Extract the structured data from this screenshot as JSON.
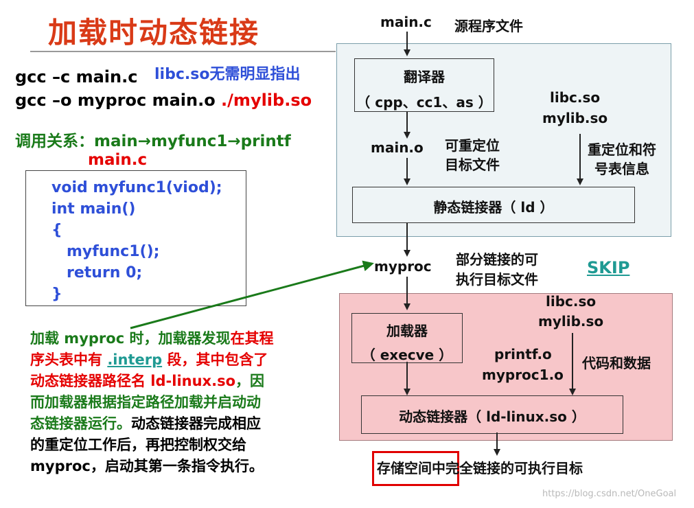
{
  "title": "加载时动态链接",
  "left": {
    "cmd1": "gcc –c main.c",
    "cmd1_note": "libc.so无需明显指出",
    "cmd2_prefix": "gcc –o myproc main.o ",
    "cmd2_lib": "./mylib.so",
    "call_label": "调用关系：",
    "call_chain": "main→myfunc1→printf",
    "file_label": "main.c",
    "code_lines": [
      "void myfunc1(viod);",
      "int main()",
      "{",
      "myfunc1();",
      "return 0;",
      "}"
    ],
    "desc": {
      "l1a": "加载 myproc 时，加载器发现",
      "l1b": "在其程",
      "l2a": "序头表中有 ",
      "l2b": ".interp",
      "l2c": " 段，其中包含了",
      "l3a": "动态链接器路径名 ld-linux.so",
      "l3b": "，因",
      "l4": "而加载器根据指定路径加载并启动动",
      "l5a": "态链接器运行。",
      "l5b": "动态链接器完成相应",
      "l6": "的重定位工作后，再把控制权交给",
      "l7": "myproc，启动其第一条指令执行。"
    }
  },
  "diagram": {
    "source_file": "main.c",
    "source_desc": "源程序文件",
    "translator_title": "翻译器",
    "translator_sub": "（ cpp、cc1、as ）",
    "obj_file": "main.o",
    "obj_desc_1": "可重定位",
    "obj_desc_2": "目标文件",
    "libs_top_1": "libc.so",
    "libs_top_2": "mylib.so",
    "reloc_info_1": "重定位和符",
    "reloc_info_2": "号表信息",
    "static_linker": "静态链接器（ ld ）",
    "partial_exe": "myproc",
    "partial_desc_1": "部分链接的可",
    "partial_desc_2": "执行目标文件",
    "skip": "SKIP",
    "loader_title": "加载器",
    "loader_sub": "（ execve ）",
    "libs_bottom_1": "libc.so",
    "libs_bottom_2": "mylib.so",
    "code_data": "代码和数据",
    "objs_1": "printf.o",
    "objs_2": "myproc1.o",
    "dynamic_linker": "动态链接器（ ld-linux.so ）",
    "result_highlight": "存储空间中",
    "result_rest": "完全链接的可执行目标"
  },
  "watermark": "https://blog.csdn.net/OneGoal",
  "colors": {
    "title": "#d93a17",
    "blue_text": "#2e4fd8",
    "red_text": "#e50000",
    "green_text": "#1a7a1a",
    "skip": "#1f9a93",
    "panel_blue": "#eef4f6",
    "panel_red": "#f7c6c9"
  }
}
